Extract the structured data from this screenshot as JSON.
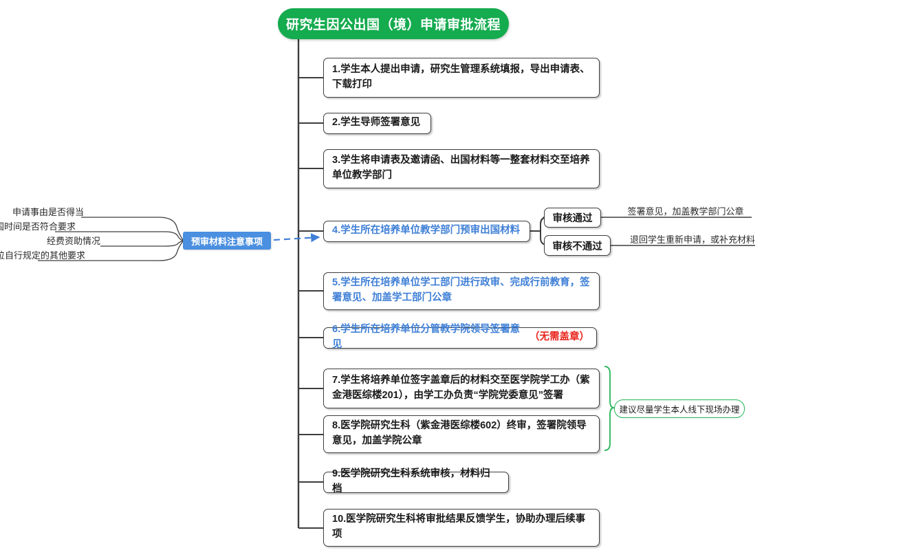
{
  "diagram": {
    "title": "研究生因公出国（境）申请审批流程",
    "title_color": "#15ab4f"
  },
  "steps": [
    {
      "id": "step-1",
      "text": "1.学生本人提出申请，研究生管理系统填报，导出申请表、下载打印"
    },
    {
      "id": "step-2",
      "text": "2.学生导师签署意见"
    },
    {
      "id": "step-3",
      "text": "3.学生将申请表及邀请函、出国材料等一整套材料交至培养单位教学部门"
    },
    {
      "id": "step-4",
      "text": "4.学生所在培养单位教学部门预审出国材料"
    },
    {
      "id": "step-5",
      "text": "5.学生所在培养单位学工部门进行政审、完成行前教育，签署意见、加盖学工部门公章"
    },
    {
      "id": "step-6",
      "text": "6.学生所在培养单位分管教学院领导签署意见"
    },
    {
      "id": "step-6-note",
      "text": "（无需盖章）"
    },
    {
      "id": "step-7",
      "text": "7.学生将培养单位签字盖章后的材料交至医学院学工办（紫金港医综楼201），由学工办负责“学院党委意见”签署"
    },
    {
      "id": "step-8",
      "text": "8.医学院研究生科（紫金港医综楼602）终审，签署院领导意见，加盖学院公章"
    },
    {
      "id": "step-9",
      "text": "9.医学院研究生科系统审核，材料归档"
    },
    {
      "id": "step-10",
      "text": "10.医学院研究生科将审批结果反馈学生，协助办理后续事项"
    }
  ],
  "prereview": {
    "label": "预审材料注意事项",
    "label_color": "#4a8fe0",
    "items": [
      "申请事由是否得当",
      "出国时间是否符合要求",
      "经费资助情况",
      "培养单位自行规定的其他要求"
    ]
  },
  "decisions": [
    {
      "label": "审核通过",
      "outcome": "签署意见，加盖教学部门公章"
    },
    {
      "label": "审核不通过",
      "outcome": "退回学生重新申请，或补充材料"
    }
  ],
  "annotation": {
    "text": "建议尽量学生本人线下现场办理",
    "color": "#22b455"
  }
}
